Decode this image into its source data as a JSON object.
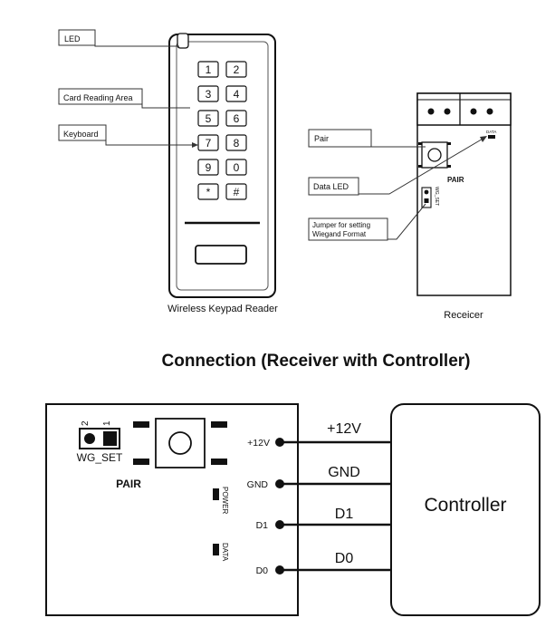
{
  "reader": {
    "caption": "Wireless Keypad Reader",
    "callouts": [
      "LED",
      "Card Reading Area",
      "Keyboard"
    ],
    "keys": [
      "1",
      "2",
      "3",
      "4",
      "5",
      "6",
      "7",
      "8",
      "9",
      "0",
      "*",
      "#"
    ]
  },
  "receiver": {
    "caption": "Receicer",
    "callout_pair": "Pair",
    "callout_data_led": "Data LED",
    "callout_jumper_line1": "Jumper for setting",
    "callout_jumper_line2": "Wiegand Format",
    "pcb_pair": "PAIR",
    "pcb_data": "DATA",
    "pcb_wgset": "WG_SET"
  },
  "connection": {
    "title": "Connection (Receiver with Controller)",
    "board": {
      "wg_set": "WG_SET",
      "jumper_pins": [
        "2",
        "1"
      ],
      "pair": "PAIR",
      "power": "POWER",
      "data": "DATA",
      "terminals": [
        "+12V",
        "GND",
        "D1",
        "D0"
      ]
    },
    "wires": [
      "+12V",
      "GND",
      "D1",
      "D0"
    ],
    "controller": "Controller"
  },
  "colors": {
    "ink": "#111111",
    "callout_border": "#333333"
  }
}
